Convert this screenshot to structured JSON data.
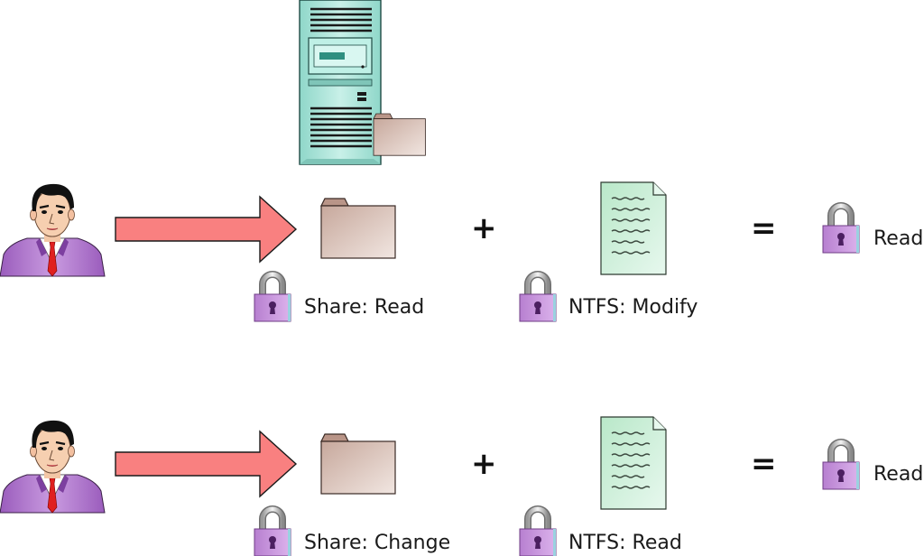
{
  "scenarios": [
    {
      "share_label": "Share: Read",
      "ntfs_label": "NTFS: Modify",
      "plus": "+",
      "equals": "=",
      "result": "Read"
    },
    {
      "share_label": "Share: Change",
      "ntfs_label": "NTFS: Read",
      "plus": "+",
      "equals": "=",
      "result": "Read"
    }
  ],
  "colors": {
    "arrow": "#f98080",
    "folder": "#cfb2a7",
    "lock": "#c48ad8",
    "document": "#c8efd5",
    "server": "#a8e3d8",
    "suit": "#a86cc8",
    "tie": "#e0201f"
  },
  "icons": [
    "server-icon",
    "user-icon",
    "arrow-icon",
    "folder-icon",
    "document-icon",
    "lock-icon"
  ]
}
